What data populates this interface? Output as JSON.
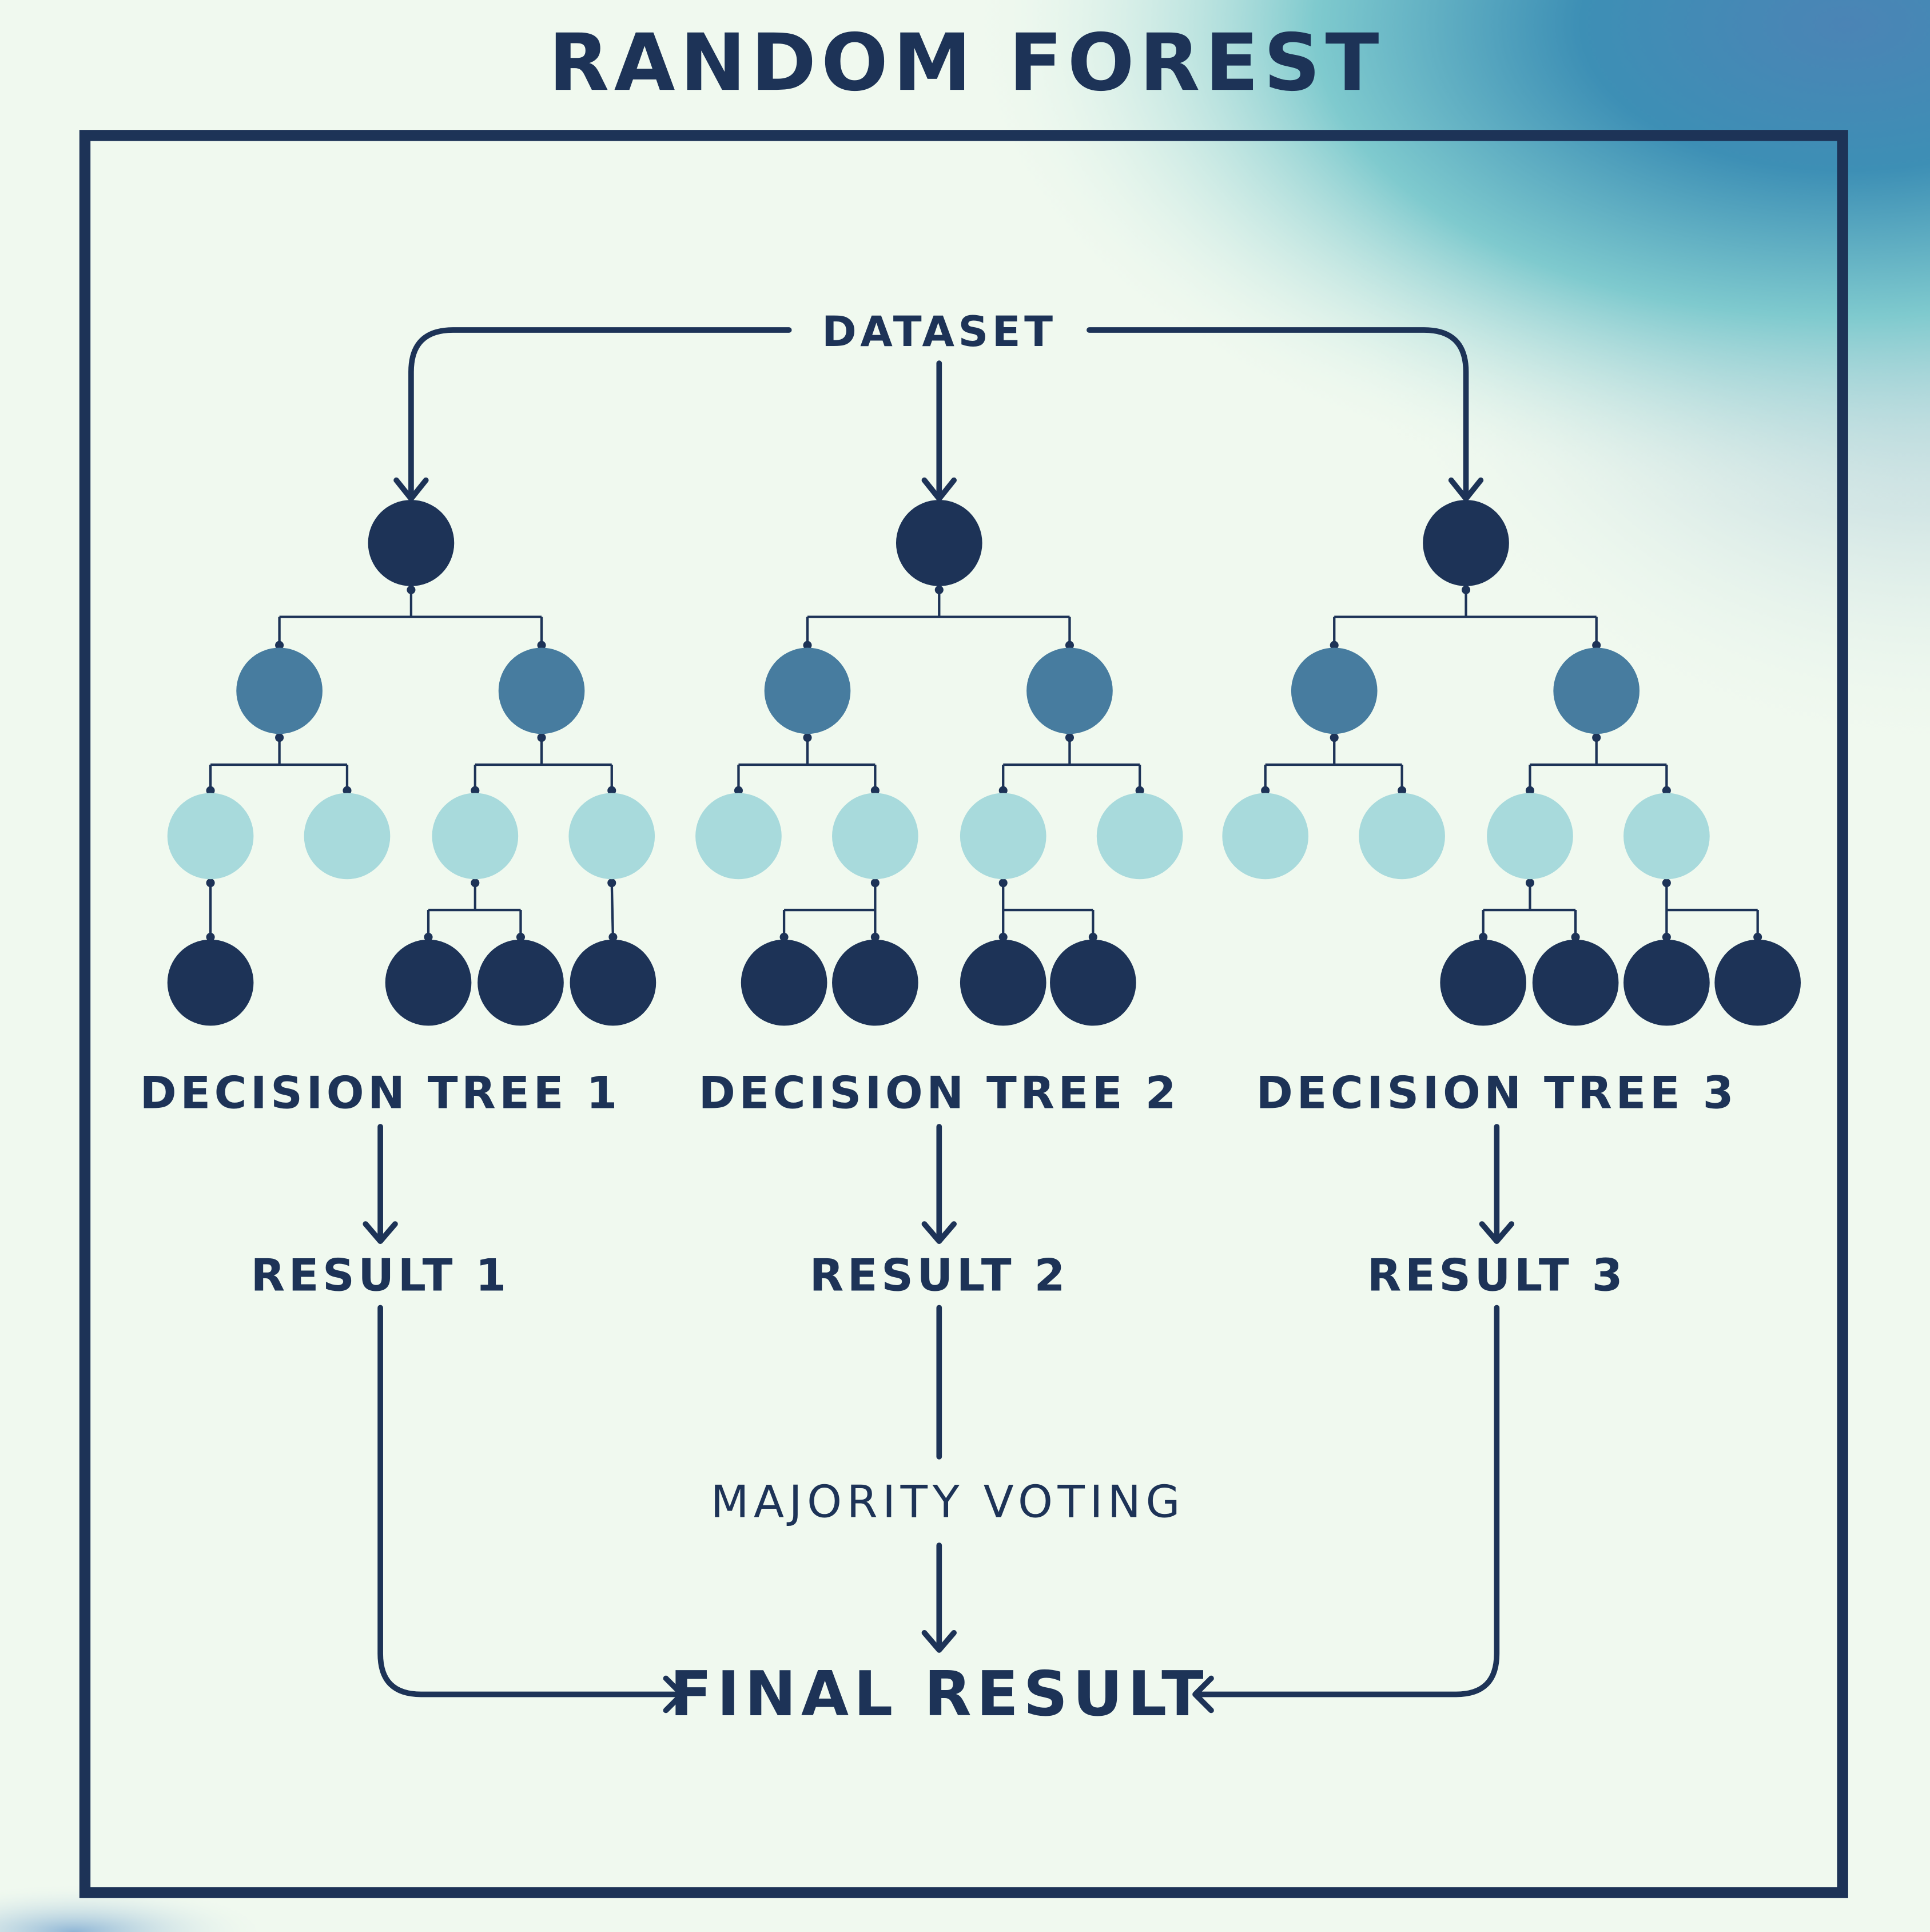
{
  "title": "RANDOM FOREST",
  "dataset_label": "DATASET",
  "trees": [
    {
      "label": "DECISION TREE 1",
      "result": "RESULT 1"
    },
    {
      "label": "DECISION TREE 2",
      "result": "RESULT 2"
    },
    {
      "label": "DECISION TREE 3",
      "result": "RESULT 3"
    }
  ],
  "majority_label": "MAJORITY VOTING",
  "final_label": "FINAL RESULT",
  "colors": {
    "background": "#f0f9ef",
    "dark_node": "#1d3357",
    "mid_node": "#477c9f",
    "light_node": "#a8dadc",
    "accent_gradient": "#3d88b3"
  }
}
